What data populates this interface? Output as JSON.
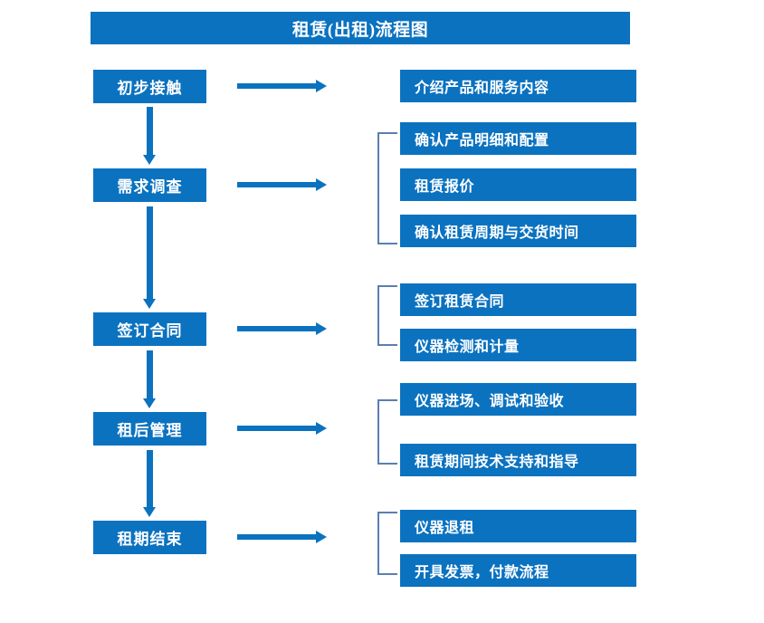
{
  "diagram": {
    "title": "租赁(出租)流程图",
    "colors": {
      "box_fill": "#0b72c0",
      "box_text": "#ffffff",
      "arrow": "#0b72c0",
      "bracket": "#5b7fb0",
      "background": "#ffffff"
    }
  },
  "stages": [
    {
      "label": "初步接触"
    },
    {
      "label": "需求调查"
    },
    {
      "label": "签订合同"
    },
    {
      "label": "租后管理"
    },
    {
      "label": "租期结束"
    }
  ],
  "details": [
    {
      "label": "介绍产品和服务内容"
    },
    {
      "label": "确认产品明细和配置"
    },
    {
      "label": "租赁报价"
    },
    {
      "label": "确认租赁周期与交货时间"
    },
    {
      "label": "签订租赁合同"
    },
    {
      "label": "仪器检测和计量"
    },
    {
      "label": "仪器进场、调试和验收"
    },
    {
      "label": "租赁期间技术支持和指导"
    },
    {
      "label": "仪器退租"
    },
    {
      "label": "开具发票，付款流程"
    }
  ]
}
